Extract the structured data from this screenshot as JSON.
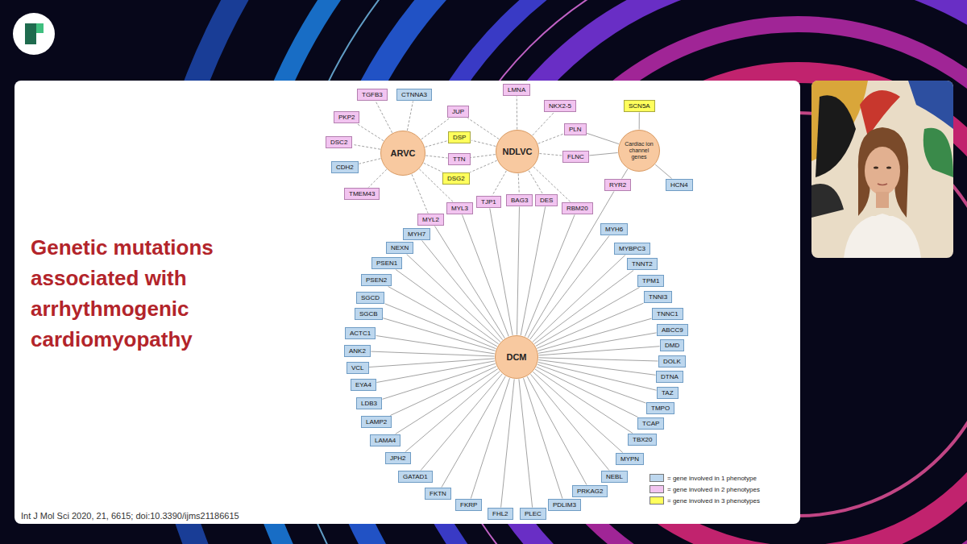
{
  "diagram": {
    "title": "Genetic mutations associated with arrhythmogenic cardiomyopathy",
    "nodes": [
      {
        "text": [
          "ARVC"
        ]
      },
      {
        "text": [
          "NDLVC"
        ]
      },
      {
        "text": [
          "Cardiac ion channel genes"
        ]
      },
      {
        "text": [
          "DCM"
        ]
      },
      {
        "text": [
          "TGFB3"
        ]
      },
      {
        "text": [
          "CTNNA3"
        ]
      },
      {
        "text": [
          "LMNA"
        ]
      },
      {
        "text": [
          "JUP"
        ]
      },
      {
        "text": [
          "NKX2-5"
        ]
      },
      {
        "text": [
          "SCN5A"
        ]
      },
      {
        "text": [
          "PKP2"
        ]
      },
      {
        "text": [
          "DSP"
        ]
      },
      {
        "text": [
          "PLN"
        ]
      },
      {
        "text": [
          "DSC2"
        ]
      },
      {
        "text": [
          "TTN"
        ]
      },
      {
        "text": [
          "FLNC"
        ]
      },
      {
        "text": [
          "CDH2"
        ]
      },
      {
        "text": [
          "DSG2"
        ]
      },
      {
        "text": [
          "RYR2"
        ]
      },
      {
        "text": [
          "HCN4"
        ]
      },
      {
        "text": [
          "TMEM43"
        ]
      },
      {
        "text": [
          "BAG3"
        ]
      },
      {
        "text": [
          "DES"
        ]
      },
      {
        "text": [
          "TJP1"
        ]
      },
      {
        "text": [
          "MYL3"
        ]
      },
      {
        "text": [
          "RBM20"
        ]
      },
      {
        "text": [
          "MYL2"
        ]
      },
      {
        "text": [
          "MYH6"
        ]
      },
      {
        "text": [
          "MYH7"
        ]
      },
      {
        "text": [
          "NEXN"
        ]
      },
      {
        "text": [
          "PSEN1"
        ]
      },
      {
        "text": [
          "PSEN2"
        ]
      },
      {
        "text": [
          "SGCD"
        ]
      },
      {
        "text": [
          "SGCB"
        ]
      },
      {
        "text": [
          "ACTC1"
        ]
      },
      {
        "text": [
          "ANK2"
        ]
      },
      {
        "text": [
          "VCL"
        ]
      },
      {
        "text": [
          "EYA4"
        ]
      },
      {
        "text": [
          "LDB3"
        ]
      },
      {
        "text": [
          "LAMP2"
        ]
      },
      {
        "text": [
          "LAMA4"
        ]
      },
      {
        "text": [
          "JPH2"
        ]
      },
      {
        "text": [
          "GATAD1"
        ]
      },
      {
        "text": [
          "FKTN"
        ]
      },
      {
        "text": [
          "FKRP"
        ]
      },
      {
        "text": [
          "FHL2"
        ]
      },
      {
        "text": [
          "PLEC"
        ]
      },
      {
        "text": [
          "MYBPC3"
        ]
      },
      {
        "text": [
          "TNNT2"
        ]
      },
      {
        "text": [
          "TPM1"
        ]
      },
      {
        "text": [
          "TNNI3"
        ]
      },
      {
        "text": [
          "TNNC1"
        ]
      },
      {
        "text": [
          "ABCC9"
        ]
      },
      {
        "text": [
          "DMD"
        ]
      },
      {
        "text": [
          "DOLK"
        ]
      },
      {
        "text": [
          "DTNA"
        ]
      },
      {
        "text": [
          "TAZ"
        ]
      },
      {
        "text": [
          "TMPO"
        ]
      },
      {
        "text": [
          "TCAP"
        ]
      },
      {
        "text": [
          "TBX20"
        ]
      },
      {
        "text": [
          "MYPN"
        ]
      },
      {
        "text": [
          "NEBL"
        ]
      },
      {
        "text": [
          "PRKAG2"
        ]
      },
      {
        "text": [
          "PDLIM3"
        ]
      }
    ],
    "edges": [
      {
        "from": 0,
        "to": 4,
        "arrow": "none"
      },
      {
        "from": 0,
        "to": 5,
        "arrow": "none"
      },
      {
        "from": 0,
        "to": 7,
        "arrow": "none"
      },
      {
        "from": 0,
        "to": 10,
        "arrow": "none"
      },
      {
        "from": 0,
        "to": 11,
        "arrow": "none"
      },
      {
        "from": 0,
        "to": 13,
        "arrow": "none"
      },
      {
        "from": 0,
        "to": 14,
        "arrow": "none"
      },
      {
        "from": 0,
        "to": 16,
        "arrow": "none"
      },
      {
        "from": 0,
        "to": 17,
        "arrow": "none"
      },
      {
        "from": 0,
        "to": 20,
        "arrow": "none"
      },
      {
        "from": 0,
        "to": 24,
        "arrow": "none"
      },
      {
        "from": 0,
        "to": 26,
        "arrow": "none"
      },
      {
        "from": 1,
        "to": 6,
        "arrow": "none"
      },
      {
        "from": 1,
        "to": 7,
        "arrow": "none"
      },
      {
        "from": 1,
        "to": 8,
        "arrow": "none"
      },
      {
        "from": 1,
        "to": 11,
        "arrow": "none"
      },
      {
        "from": 1,
        "to": 12,
        "arrow": "none"
      },
      {
        "from": 1,
        "to": 14,
        "arrow": "none"
      },
      {
        "from": 1,
        "to": 15,
        "arrow": "none"
      },
      {
        "from": 1,
        "to": 17,
        "arrow": "none"
      },
      {
        "from": 1,
        "to": 21,
        "arrow": "none"
      },
      {
        "from": 1,
        "to": 22,
        "arrow": "none"
      },
      {
        "from": 1,
        "to": 23,
        "arrow": "none"
      },
      {
        "from": 1,
        "to": 25,
        "arrow": "none"
      },
      {
        "from": 2,
        "to": 9,
        "arrow": "none"
      },
      {
        "from": 2,
        "to": 12,
        "arrow": "none"
      },
      {
        "from": 2,
        "to": 15,
        "arrow": "none"
      },
      {
        "from": 2,
        "to": 18,
        "arrow": "none"
      },
      {
        "from": 2,
        "to": 19,
        "arrow": "none"
      },
      {
        "from": 3,
        "to": 18,
        "arrow": "none"
      },
      {
        "from": 3,
        "to": 21,
        "arrow": "none"
      },
      {
        "from": 3,
        "to": 22,
        "arrow": "none"
      },
      {
        "from": 3,
        "to": 23,
        "arrow": "none"
      },
      {
        "from": 3,
        "to": 24,
        "arrow": "none"
      },
      {
        "from": 3,
        "to": 25,
        "arrow": "none"
      },
      {
        "from": 3,
        "to": 26,
        "arrow": "none"
      },
      {
        "from": 3,
        "to": 27,
        "arrow": "none"
      },
      {
        "from": 3,
        "to": 28,
        "arrow": "none"
      },
      {
        "from": 3,
        "to": 29,
        "arrow": "none"
      },
      {
        "from": 3,
        "to": 30,
        "arrow": "none"
      },
      {
        "from": 3,
        "to": 31,
        "arrow": "none"
      },
      {
        "from": 3,
        "to": 32,
        "arrow": "none"
      },
      {
        "from": 3,
        "to": 33,
        "arrow": "none"
      },
      {
        "from": 3,
        "to": 34,
        "arrow": "none"
      },
      {
        "from": 3,
        "to": 35,
        "arrow": "none"
      },
      {
        "from": 3,
        "to": 36,
        "arrow": "none"
      },
      {
        "from": 3,
        "to": 37,
        "arrow": "none"
      },
      {
        "from": 3,
        "to": 38,
        "arrow": "none"
      },
      {
        "from": 3,
        "to": 39,
        "arrow": "none"
      },
      {
        "from": 3,
        "to": 40,
        "arrow": "none"
      },
      {
        "from": 3,
        "to": 41,
        "arrow": "none"
      },
      {
        "from": 3,
        "to": 42,
        "arrow": "none"
      },
      {
        "from": 3,
        "to": 43,
        "arrow": "none"
      },
      {
        "from": 3,
        "to": 44,
        "arrow": "none"
      },
      {
        "from": 3,
        "to": 45,
        "arrow": "none"
      },
      {
        "from": 3,
        "to": 46,
        "arrow": "none"
      },
      {
        "from": 3,
        "to": 47,
        "arrow": "none"
      },
      {
        "from": 3,
        "to": 48,
        "arrow": "none"
      },
      {
        "from": 3,
        "to": 49,
        "arrow": "none"
      },
      {
        "from": 3,
        "to": 50,
        "arrow": "none"
      },
      {
        "from": 3,
        "to": 51,
        "arrow": "none"
      },
      {
        "from": 3,
        "to": 52,
        "arrow": "none"
      },
      {
        "from": 3,
        "to": 53,
        "arrow": "none"
      },
      {
        "from": 3,
        "to": 54,
        "arrow": "none"
      },
      {
        "from": 3,
        "to": 55,
        "arrow": "none"
      },
      {
        "from": 3,
        "to": 56,
        "arrow": "none"
      },
      {
        "from": 3,
        "to": 57,
        "arrow": "none"
      },
      {
        "from": 3,
        "to": 58,
        "arrow": "none"
      },
      {
        "from": 3,
        "to": 59,
        "arrow": "none"
      },
      {
        "from": 3,
        "to": 60,
        "arrow": "none"
      },
      {
        "from": 3,
        "to": 61,
        "arrow": "none"
      },
      {
        "from": 3,
        "to": 62,
        "arrow": "none"
      },
      {
        "from": 3,
        "to": 63,
        "arrow": "none"
      }
    ],
    "labels": [
      "Int J Mol Sci 2020, 21, 6615; doi:10.3390/ijms21186615"
    ],
    "legend": [
      {
        "text": "= gene involved in 1 phenotype",
        "color": "#bdd7ee"
      },
      {
        "text": "= gene involved in 2 phenotypes",
        "color": "#f2c4f0"
      },
      {
        "text": "= gene involved in 3 phenotypes",
        "color": "#ffff5c"
      }
    ]
  }
}
